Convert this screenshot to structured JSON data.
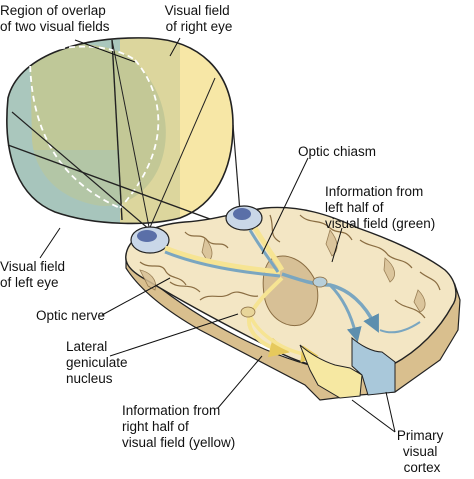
{
  "colors": {
    "green_field": "#aac7bd",
    "yellow_field": "#f7e7a6",
    "overlap": "#bfc898",
    "brain": "#f3e6c4",
    "gyri": "#d7c096",
    "outline": "#222222",
    "pathway_green": "#7aa6c0",
    "pathway_yellow": "#f6e493",
    "cortex_blue": "#a9c8da",
    "cortex_yellow": "#f6e8a2"
  },
  "labels": {
    "overlap_region": [
      "Region of overlap",
      "of two visual fields"
    ],
    "right_field": [
      "Visual field",
      "of right eye"
    ],
    "optic_chiasm": [
      "Optic chiasm"
    ],
    "info_left_green": [
      "Information from",
      "left half of",
      "visual field (green)"
    ],
    "left_field": [
      "Visual field",
      "of left eye"
    ],
    "optic_nerve": [
      "Optic nerve"
    ],
    "lgn": [
      "Lateral",
      "geniculate",
      "nucleus"
    ],
    "info_right_yellow": [
      "Information from",
      "right half of",
      "visual field (yellow)"
    ],
    "primary_cortex": [
      "Primary",
      "visual",
      "cortex"
    ]
  }
}
